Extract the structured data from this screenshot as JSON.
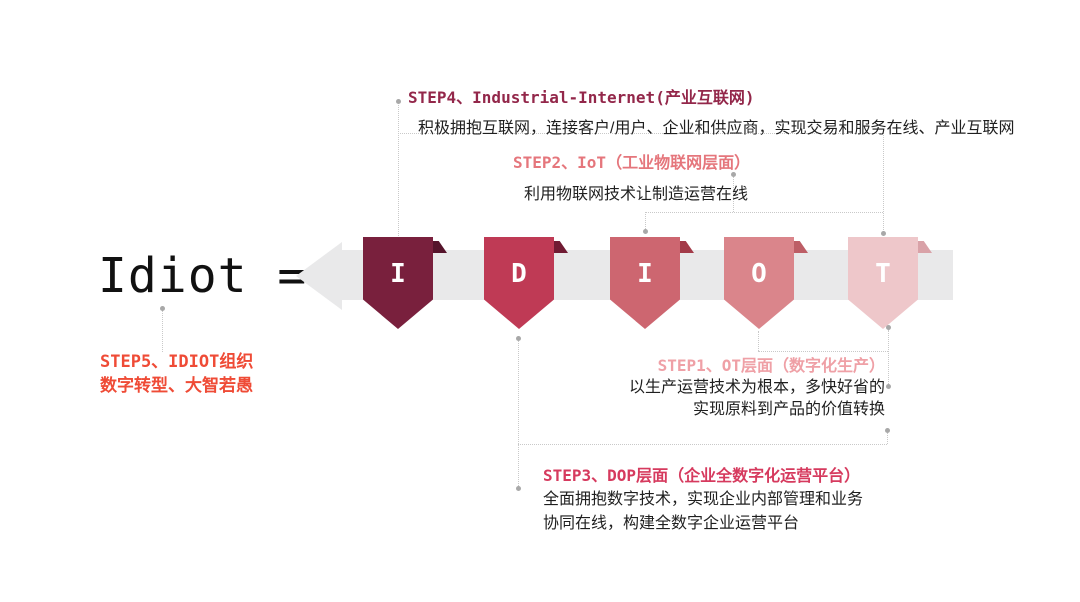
{
  "formula": {
    "text": "Idiot ="
  },
  "colors": {
    "background": "#ffffff",
    "arrow": "#e9e9ea",
    "connector": "#c9c9c9",
    "dot": "#a8a8a8",
    "body_text": "#1f1f1f"
  },
  "banners": [
    {
      "letter": "I",
      "color": "#79203d",
      "fold_color": "#55142b"
    },
    {
      "letter": "D",
      "color": "#bf3a55",
      "fold_color": "#701b33"
    },
    {
      "letter": "I",
      "color": "#cd6670",
      "fold_color": "#a33b49"
    },
    {
      "letter": "O",
      "color": "#da858b",
      "fold_color": "#bd5e66"
    },
    {
      "letter": "T",
      "color": "#eec7ca",
      "fold_color": "#d9a2a8"
    }
  ],
  "steps": {
    "step4": {
      "heading": "STEP4、Industrial-Internet(产业互联网)",
      "body": "积极拥抱互联网，连接客户/用户、企业和供应商，实现交易和服务在线、产业互联网",
      "heading_color": "#93274a"
    },
    "step2": {
      "heading": "STEP2、IoT（工业物联网层面）",
      "body": "利用物联网技术让制造运营在线",
      "heading_color": "#e5767c"
    },
    "step1": {
      "heading": "STEP1、OT层面（数字化生产）",
      "body_line1": "以生产运营技术为根本，多快好省的",
      "body_line2": "实现原料到产品的价值转换",
      "heading_color": "#efa0a6"
    },
    "step3": {
      "heading": "STEP3、DOP层面（企业全数字化运营平台）",
      "body_line1": "全面拥抱数字技术，实现企业内部管理和业务",
      "body_line2": "协同在线，构建全数字企业运营平台",
      "heading_color": "#d63a5e"
    },
    "step5": {
      "line1": "STEP5、IDIOT组织",
      "line2": "数字转型、大智若愚",
      "color": "#ef4b36"
    }
  }
}
